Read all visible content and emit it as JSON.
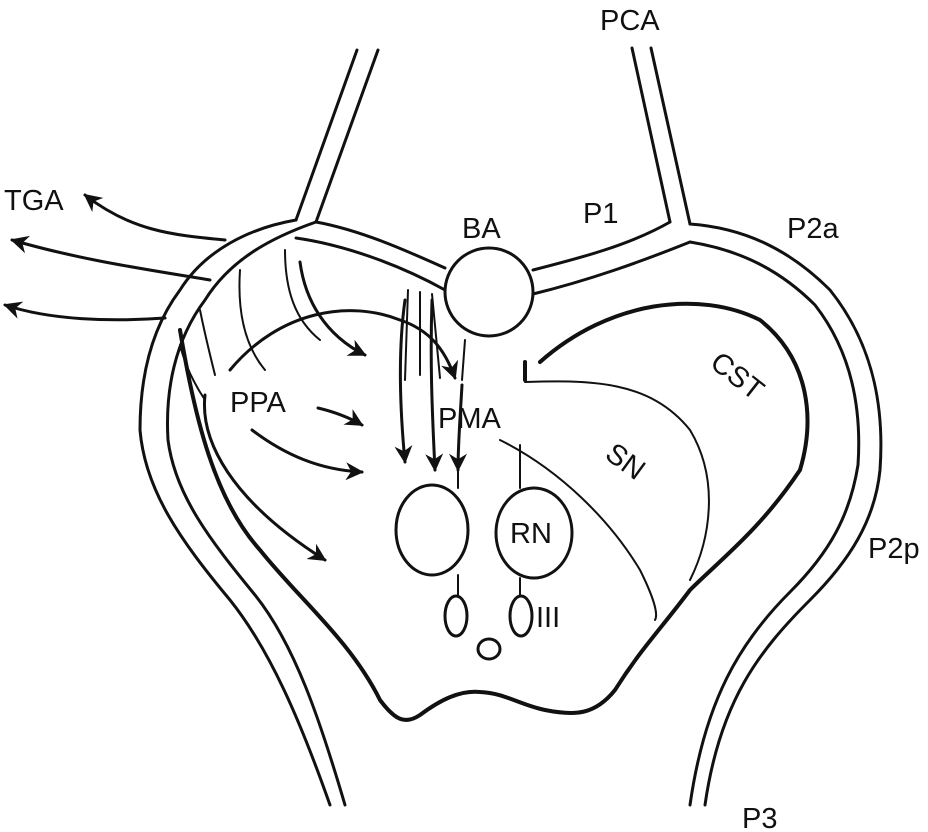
{
  "labels": {
    "pca": "PCA",
    "tga": "TGA",
    "ba": "BA",
    "p1": "P1",
    "p2a": "P2a",
    "ppa": "PPA",
    "pma": "PMA",
    "cst": "CST",
    "sn": "SN",
    "rn": "RN",
    "p2p": "P2p",
    "iii": "III",
    "p3": "P3"
  }
}
